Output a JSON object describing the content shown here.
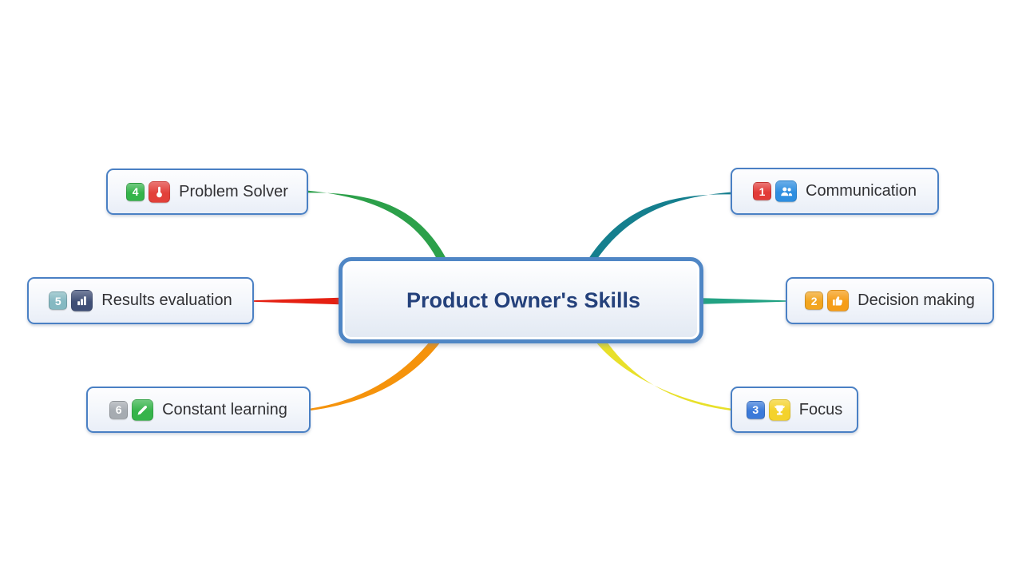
{
  "central": {
    "title": "Product Owner's Skills"
  },
  "branches": [
    {
      "id": "communication",
      "number": "1",
      "label": "Communication",
      "badge_color": "#e23b38",
      "icon": "people-icon",
      "icon_bg": "#2e8ee0",
      "line_color": "#157f8e"
    },
    {
      "id": "decision-making",
      "number": "2",
      "label": "Decision making",
      "badge_color": "#f2a51f",
      "icon": "thumbs-up-icon",
      "icon_bg": "#f59d18",
      "line_color": "#22a283"
    },
    {
      "id": "focus",
      "number": "3",
      "label": "Focus",
      "badge_color": "#3b7ad9",
      "icon": "trophy-icon",
      "icon_bg": "#f4d22b",
      "line_color": "#e8e02a"
    },
    {
      "id": "problem-solver",
      "number": "4",
      "label": "Problem Solver",
      "badge_color": "#34b44a",
      "icon": "thermometer-icon",
      "icon_bg": "#e2403a",
      "line_color": "#2ca04a"
    },
    {
      "id": "results-evaluation",
      "number": "5",
      "label": "Results evaluation",
      "badge_color": "#85b9c2",
      "icon": "bar-chart-icon",
      "icon_bg": "#404f76",
      "line_color": "#e52012"
    },
    {
      "id": "constant-learning",
      "number": "6",
      "label": "Constant learning",
      "badge_color": "#a6abb1",
      "icon": "pencil-icon",
      "icon_bg": "#36b44b",
      "line_color": "#f5930c"
    }
  ]
}
